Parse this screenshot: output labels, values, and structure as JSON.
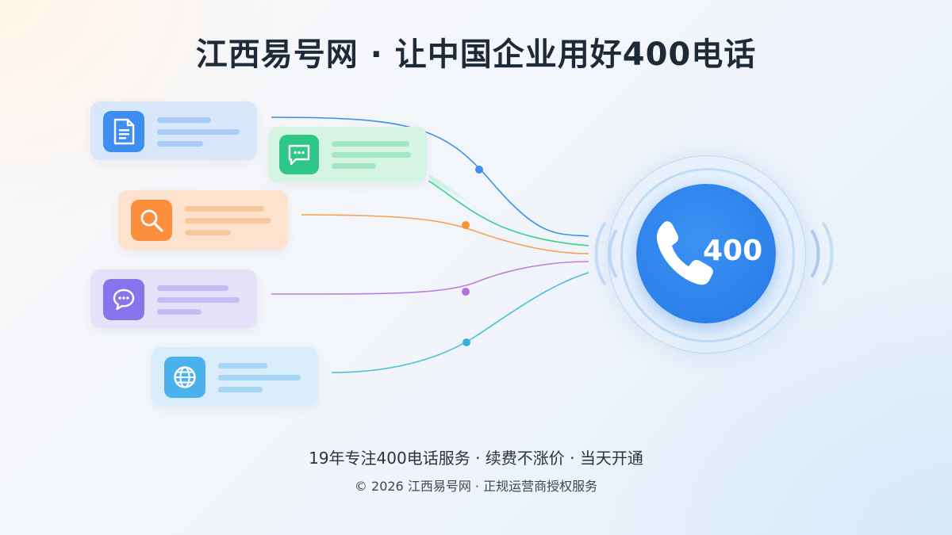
{
  "title": "江西易号网 · 让中国企业用好400电话",
  "hub": {
    "number": "400",
    "icon": "phone-handset-icon"
  },
  "sources": [
    {
      "id": "document",
      "icon": "document-icon",
      "color": "#3d8ef0"
    },
    {
      "id": "message",
      "icon": "message-bubble-icon",
      "color": "#2fc785"
    },
    {
      "id": "search",
      "icon": "search-icon",
      "color": "#fb8f3e"
    },
    {
      "id": "chat",
      "icon": "chat-bubble-icon",
      "color": "#8773ea"
    },
    {
      "id": "web",
      "icon": "globe-icon",
      "color": "#4bb2ee"
    }
  ],
  "footer": {
    "tagline": "19年专注400电话服务 · 续费不涨价 · 当天开通",
    "copyright": "© 2026 江西易号网 · 正规运营商授权服务"
  },
  "colors": {
    "hub": "#2478e6",
    "title": "#1f2a38"
  }
}
